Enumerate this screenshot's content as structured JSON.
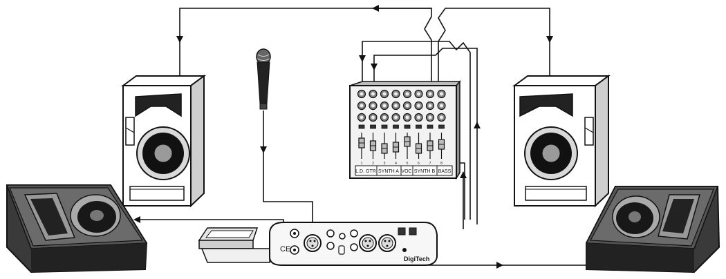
{
  "diagram": {
    "mixer": {
      "channel_labels": [
        "L.D. GTR",
        "SYNTH A",
        "VOC",
        "SYNTH B",
        "BASS"
      ],
      "channel_numbers": [
        "1",
        "2",
        "3",
        "4",
        "5",
        "6",
        "7",
        "8"
      ]
    },
    "processor": {
      "brand": "DigiTech",
      "ce_mark": "CE"
    }
  }
}
